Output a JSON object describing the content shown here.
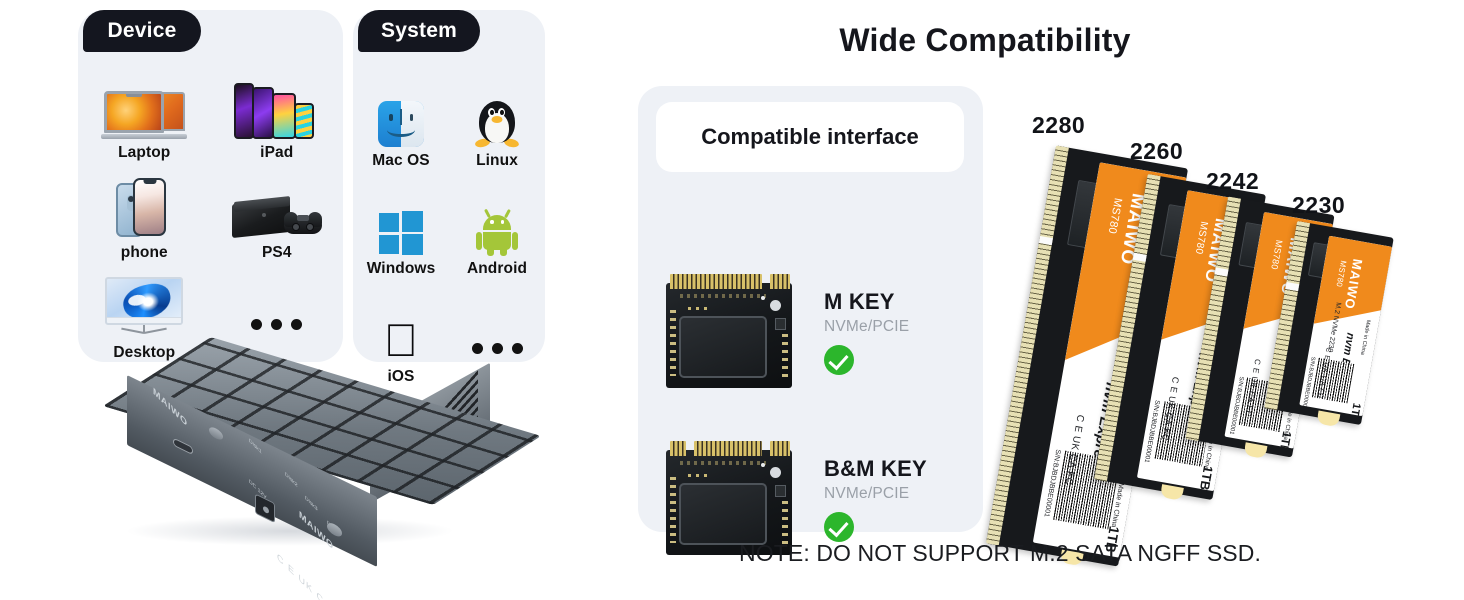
{
  "headline": "Wide Compatibility",
  "note": "NOTE: DO NOT SUPPORT M.2 SATA NGFF SSD.",
  "device_panel": {
    "tab_label": "Device",
    "items": [
      {
        "label": "Laptop",
        "icon": "macbook-icon"
      },
      {
        "label": "iPad",
        "icon": "ipad-icon"
      },
      {
        "label": "phone",
        "icon": "iphone-icon"
      },
      {
        "label": "PS4",
        "icon": "playstation-icon"
      },
      {
        "label": "Desktop",
        "icon": "monitor-icon"
      },
      {
        "label": "",
        "icon": "ellipsis-icon"
      }
    ]
  },
  "system_panel": {
    "tab_label": "System",
    "items": [
      {
        "label": "Mac OS",
        "icon": "finder-icon"
      },
      {
        "label": "Linux",
        "icon": "tux-penguin-icon"
      },
      {
        "label": "Windows",
        "icon": "windows-logo-icon"
      },
      {
        "label": "Android",
        "icon": "android-robot-icon"
      },
      {
        "label": "iOS",
        "icon": "apple-logo-icon"
      },
      {
        "label": "",
        "icon": "ellipsis-icon"
      }
    ]
  },
  "interface_panel": {
    "title": "Compatible interface",
    "rows": [
      {
        "name": "M KEY",
        "sub": "NVMe/PCIE",
        "status_icon": "green-check-icon"
      },
      {
        "name": "B&M KEY",
        "sub": "NVMe/PCIE",
        "status_icon": "green-check-icon"
      }
    ]
  },
  "ssd_group": {
    "sizes": [
      "2280",
      "2260",
      "2242",
      "2230"
    ],
    "brand": "MAIWO",
    "model": "MS780",
    "protocol": "nvm Express",
    "capacity": "1TB",
    "serial": "S/N:BJBDJBBE00001",
    "origin": "Made in China",
    "cert": "C E UK CA FC",
    "form_factor_text": "M.2 NVMe 2230"
  },
  "device_photo": {
    "brand": "MAIWO",
    "power_label": "DC 12V",
    "cert_marks": "C E UK CA FC",
    "disk_labels": [
      "Disk1",
      "Disk2",
      "Disk3",
      "Disk4"
    ]
  },
  "colors": {
    "panel_bg": "#eef1f6",
    "tab_bg": "#14161f",
    "accent_orange": "#f08a1c",
    "check_green": "#2cb62c",
    "text_dark": "#15161c",
    "text_muted": "#9aa0a8"
  }
}
